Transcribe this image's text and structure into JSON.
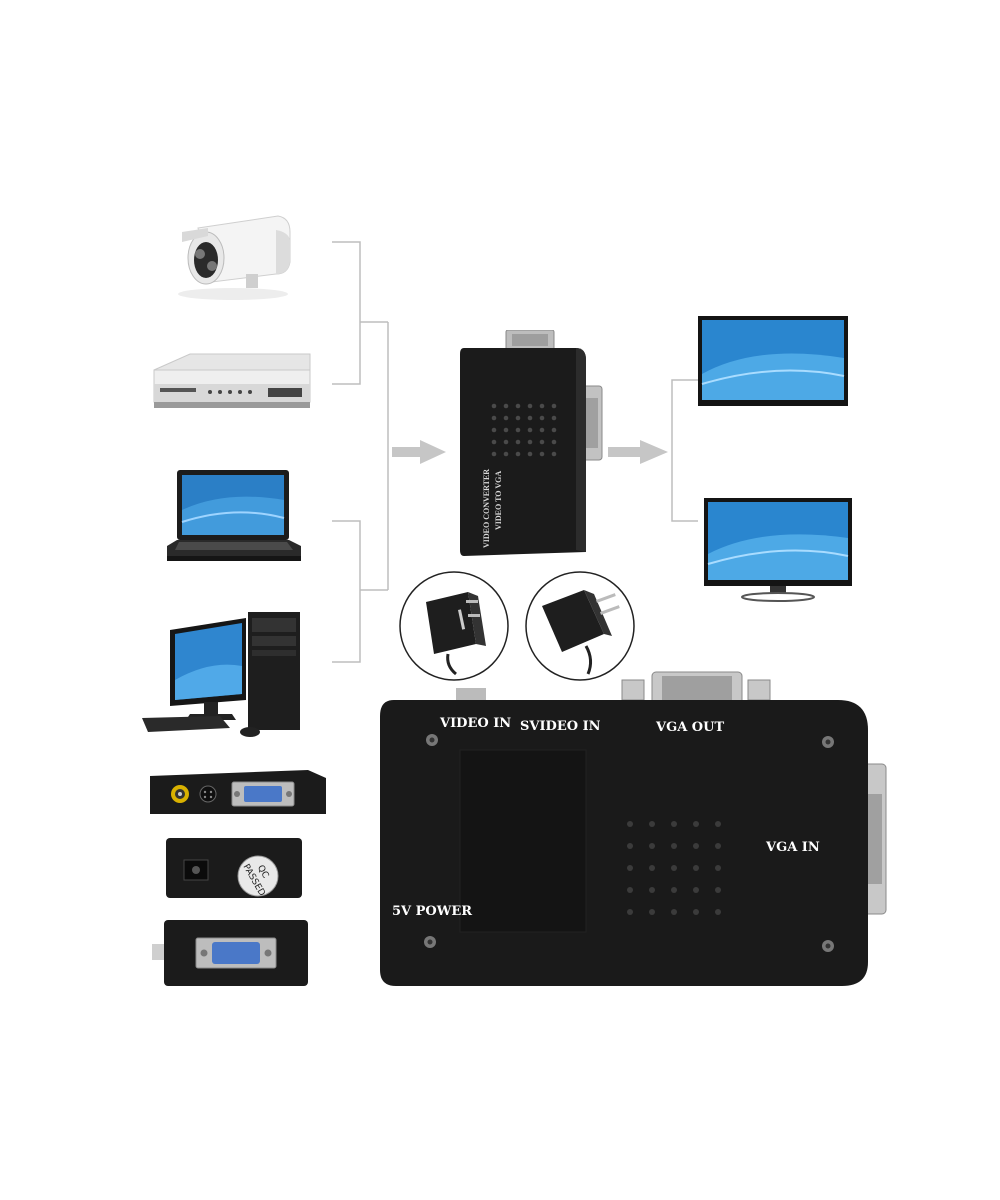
{
  "converter_small": {
    "line1": "VIDEO CONVERTER",
    "line2": "VIDEO TO VGA"
  },
  "main_device": {
    "labels": {
      "video_in": "VIDEO IN",
      "svideo_in": "SVIDEO IN",
      "vga_out": "VGA OUT",
      "vga_in": "VGA IN",
      "power": "5V POWER"
    }
  },
  "sticker": {
    "line1": "QC",
    "line2": "PASSED"
  },
  "sources": [
    "security-camera",
    "dvd-player",
    "laptop",
    "desktop-computer"
  ],
  "outputs": [
    "monitor",
    "monitor"
  ]
}
